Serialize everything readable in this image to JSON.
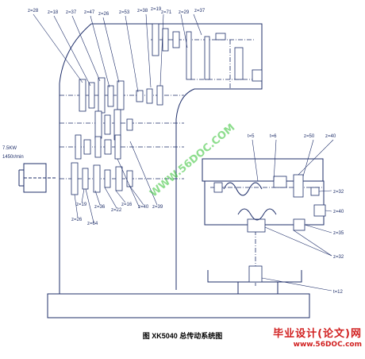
{
  "colors": {
    "line": "#1f2f6a",
    "watermark": "#2fc12f",
    "brand": "#d11f1f"
  },
  "diagram": {
    "caption": "图 XK5040 总传动系统图",
    "motor_label_1": "7.5KW",
    "motor_label_2": "1450r/min",
    "watermark": "WWW.56DOC.COM",
    "labels": [
      "z=28",
      "z=18",
      "z=37",
      "z=47",
      "z=26",
      "z=53",
      "z=38",
      "z=19",
      "z=71",
      "z=29",
      "z=37",
      "t=5",
      "t=6",
      "z=50",
      "z=40",
      "z=32",
      "z=40",
      "z=35",
      "z=32",
      "t=12",
      "z=19",
      "z=36",
      "z=22",
      "z=16",
      "z=40",
      "z=39",
      "z=26",
      "z=64"
    ]
  },
  "brand": {
    "name": "毕业设计(论文)网",
    "url": "www.56DOC.com"
  }
}
